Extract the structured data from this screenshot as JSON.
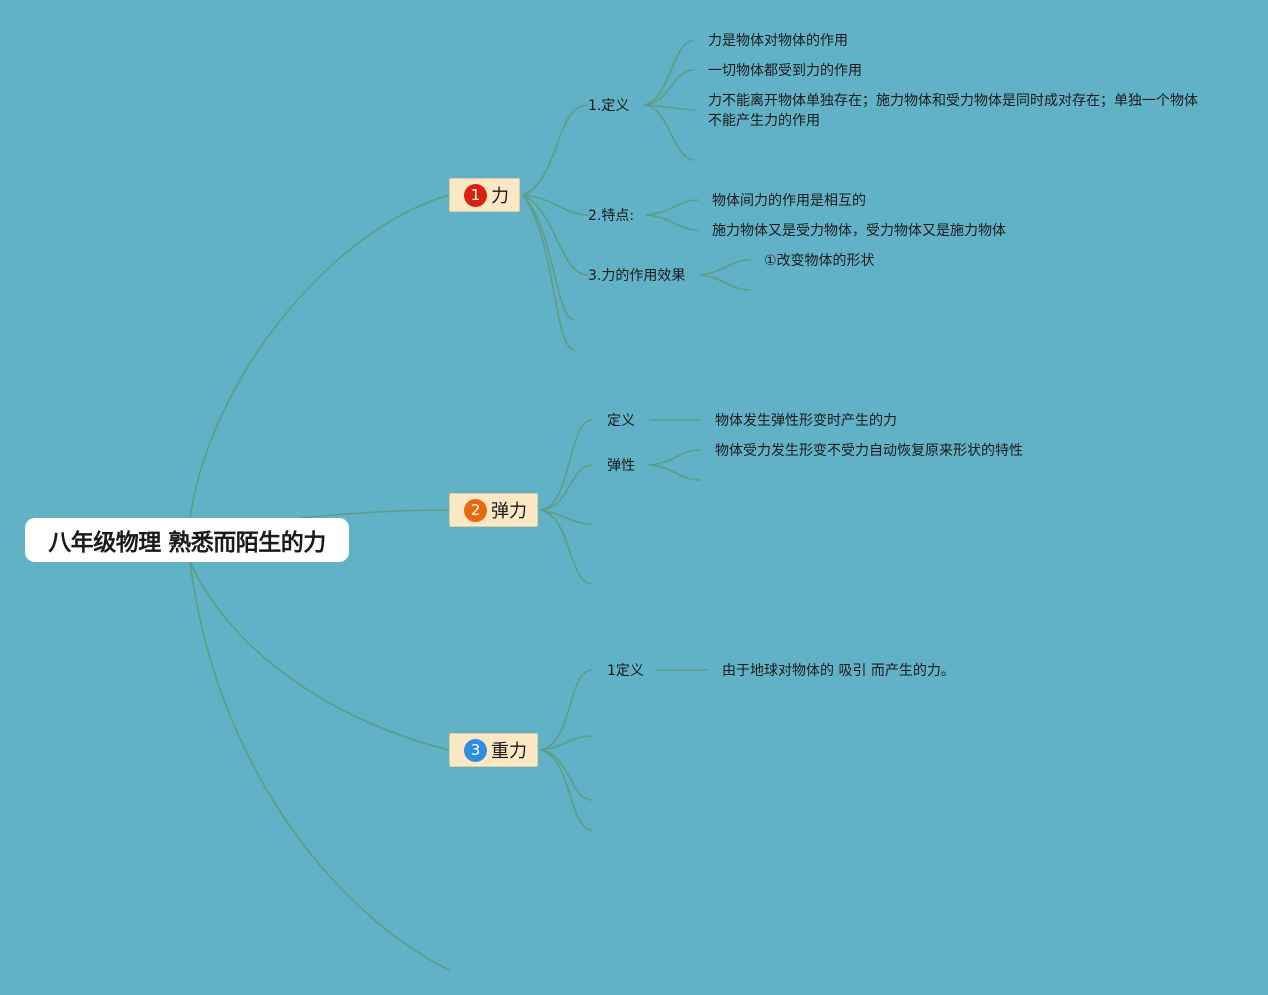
{
  "colors": {
    "background": "#62b2c7",
    "link": "#5e9e84",
    "topic_fill": "#fbe8c4",
    "badge_1": "#d9230f",
    "badge_2": "#e9680f",
    "badge_3": "#2d8fde"
  },
  "root": {
    "title": "八年级物理 熟悉而陌生的力"
  },
  "topics": [
    {
      "num": "1",
      "title": "力",
      "subtopics": [
        {
          "label": "1.定义",
          "leaves": [
            "力是物体对物体的作用",
            "一切物体都受到力的作用",
            "力不能离开物体单独存在；施力物体和受力物体是同时成对存在；单独一个物体不能产生力的作用"
          ]
        },
        {
          "label": "2.特点:",
          "leaves": [
            "物体间力的作用是相互的",
            "施力物体又是受力物体，受力物体又是施力物体"
          ]
        },
        {
          "label": "3.力的作用效果",
          "leaves": [
            "①改变物体的形状"
          ]
        }
      ]
    },
    {
      "num": "2",
      "title": "弹力",
      "subtopics": [
        {
          "label": "定义",
          "leaves": [
            "物体发生弹性形变时产生的力"
          ]
        },
        {
          "label": "弹性",
          "leaves": [
            "物体受力发生形变不受力自动恢复原来形状的特性"
          ]
        }
      ]
    },
    {
      "num": "3",
      "title": "重力",
      "subtopics": [
        {
          "label": "1定义",
          "leaves": [
            "由于地球对物体的 吸引 而产生的力。"
          ]
        }
      ]
    }
  ]
}
